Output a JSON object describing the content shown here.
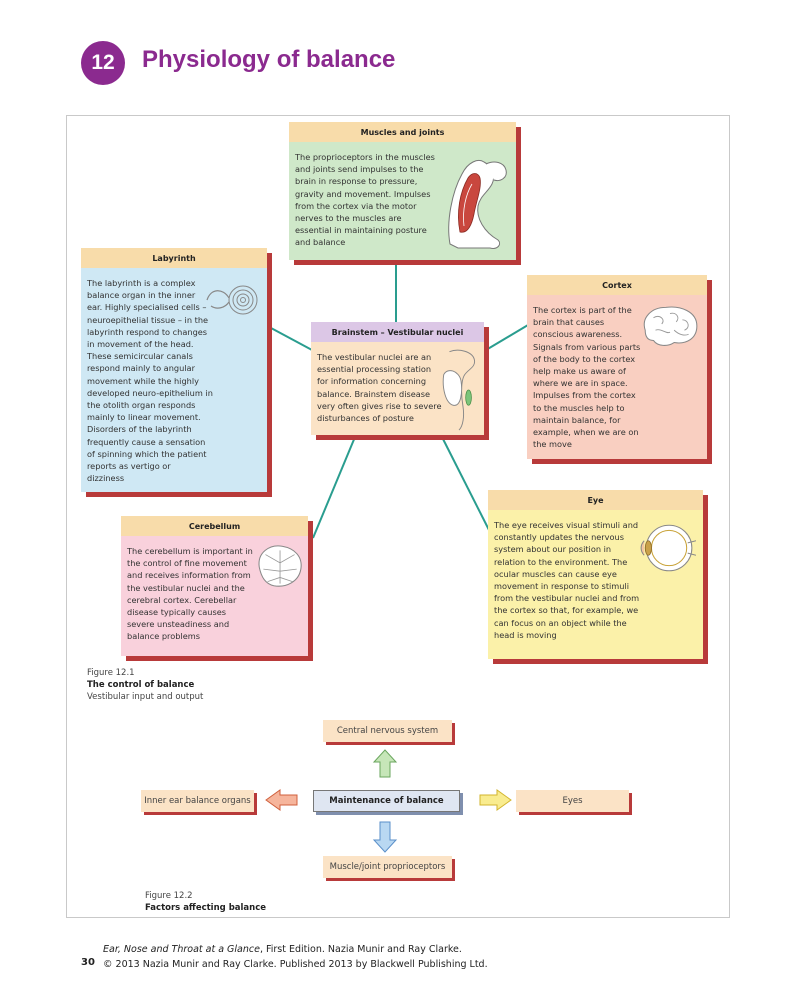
{
  "header": {
    "chapter_number": "12",
    "title": "Physiology of balance"
  },
  "figure1": {
    "boxes": {
      "muscles": {
        "title": "Muscles and joints",
        "text": [
          "The proprioceptors in the muscles",
          "and joints send impulses to the",
          "brain in response to pressure,",
          "gravity and movement. Impulses",
          "from the cortex via the motor",
          "nerves to the muscles are",
          "essential in maintaining posture",
          "and balance"
        ]
      },
      "labyrinth": {
        "title": "Labyrinth",
        "text": [
          "The labyrinth is a complex",
          "balance organ in the inner",
          "ear. Highly specialised cells –",
          "neuroepithelial tissue – in the",
          "labyrinth respond to changes",
          "in movement of the head.",
          "These semicircular canals",
          "respond mainly to angular",
          "movement while the highly",
          "developed neuro-epithelium in",
          "the otolith organ responds",
          "mainly to linear movement.",
          "Disorders of the labyrinth",
          "frequently cause a sensation",
          "of spinning which the patient",
          "reports as vertigo or",
          "dizziness"
        ]
      },
      "brainstem": {
        "title": "Brainstem – Vestibular nuclei",
        "text": [
          "The vestibular nuclei are an",
          "essential processing station",
          "for information concerning",
          "balance. Brainstem disease",
          "very often gives rise to severe",
          "disturbances of posture"
        ]
      },
      "cortex": {
        "title": "Cortex",
        "text": [
          "The cortex is part of the",
          "brain that causes",
          "conscious awareness.",
          "Signals from various parts",
          "of the body to the cortex",
          "help make us aware of",
          "where we are in space.",
          "Impulses from the cortex",
          "to the muscles help to",
          "maintain balance, for",
          "example, when we are on",
          "the move"
        ]
      },
      "cerebellum": {
        "title": "Cerebellum",
        "text": [
          "The cerebellum is important in",
          "the control of fine movement",
          "and receives information from",
          "the vestibular nuclei and the",
          "cerebral cortex. Cerebellar",
          "disease typically causes",
          "severe unsteadiness and",
          "balance problems"
        ]
      },
      "eye": {
        "title": "Eye",
        "text": [
          "The eye receives visual stimuli and",
          "constantly updates the nervous",
          "system about our position in",
          "relation to the environment. The",
          "ocular muscles can cause eye",
          "movement in response to stimuli",
          "from the vestibular nuclei and from",
          "the cortex so that, for example, we",
          "can focus on an object while the",
          "head is moving"
        ]
      }
    },
    "caption": {
      "label": "Figure 12.1",
      "title": "The control of balance",
      "subtitle": "Vestibular input and output"
    }
  },
  "figure2": {
    "center": "Maintenance of balance",
    "top": "Central nervous system",
    "left": "Inner ear balance organs",
    "right": "Eyes",
    "bottom": "Muscle/joint proprioceptors",
    "caption": {
      "label": "Figure 12.2",
      "title": "Factors affecting balance"
    }
  },
  "footer": {
    "line1_book": "Ear, Nose and Throat at a Glance",
    "line1_rest": ", First Edition. Nazia Munir and Ray Clarke.",
    "line2": "© 2013 Nazia Munir and Ray Clarke. Published 2013 by Blackwell Publishing Ltd.",
    "page_number": "30"
  },
  "colors": {
    "accent": "#8b2a8f",
    "connector": "#2a9d8f",
    "shadow": "#b83a3a"
  }
}
